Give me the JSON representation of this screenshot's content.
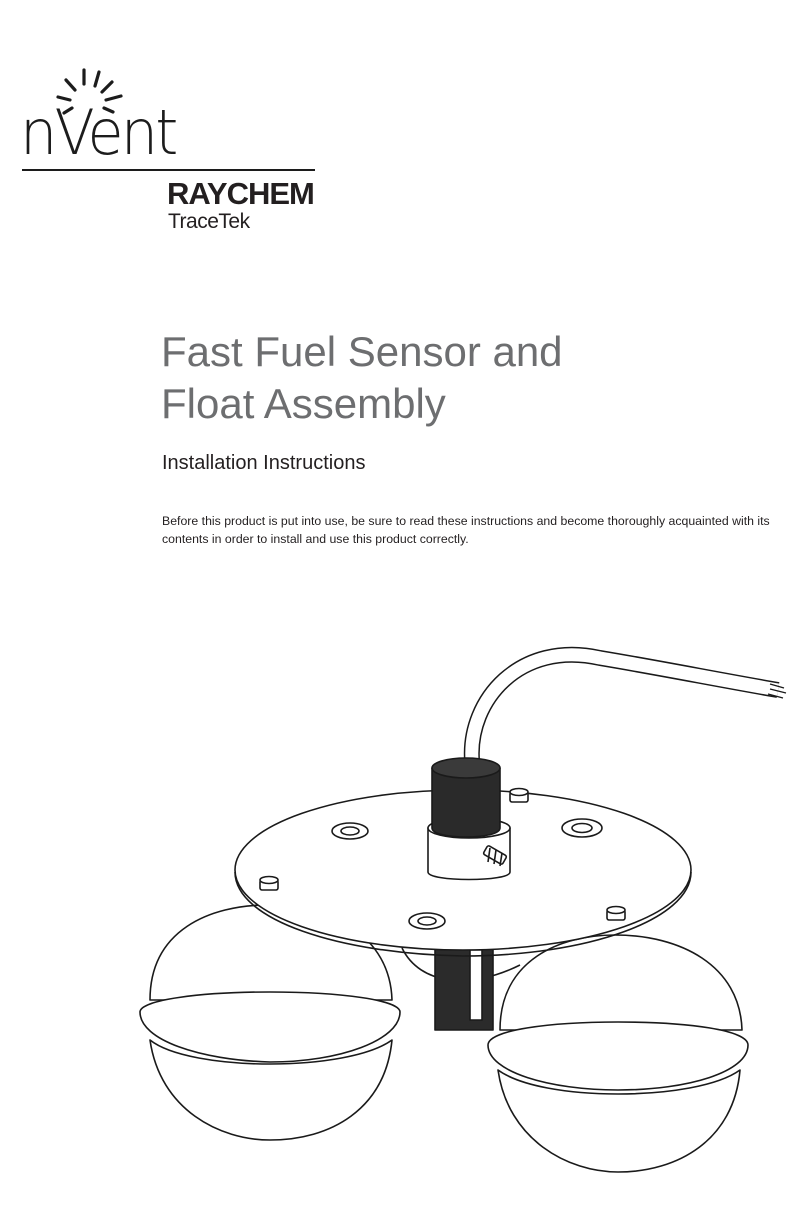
{
  "brand": {
    "logo_text": "nVent",
    "name": "RAYCHEM",
    "product_line": "TraceTek"
  },
  "document": {
    "title_line1": "Fast Fuel Sensor and",
    "title_line2": "Float Assembly",
    "subtitle": "Installation Instructions",
    "intro": "Before this product is put into use, be sure to read these instructions and become thoroughly acquainted with its contents in order to install and use this product correctly."
  },
  "colors": {
    "title_gray": "#6d6e70",
    "text_black": "#231f20",
    "line_art": "#1a1a1a"
  }
}
